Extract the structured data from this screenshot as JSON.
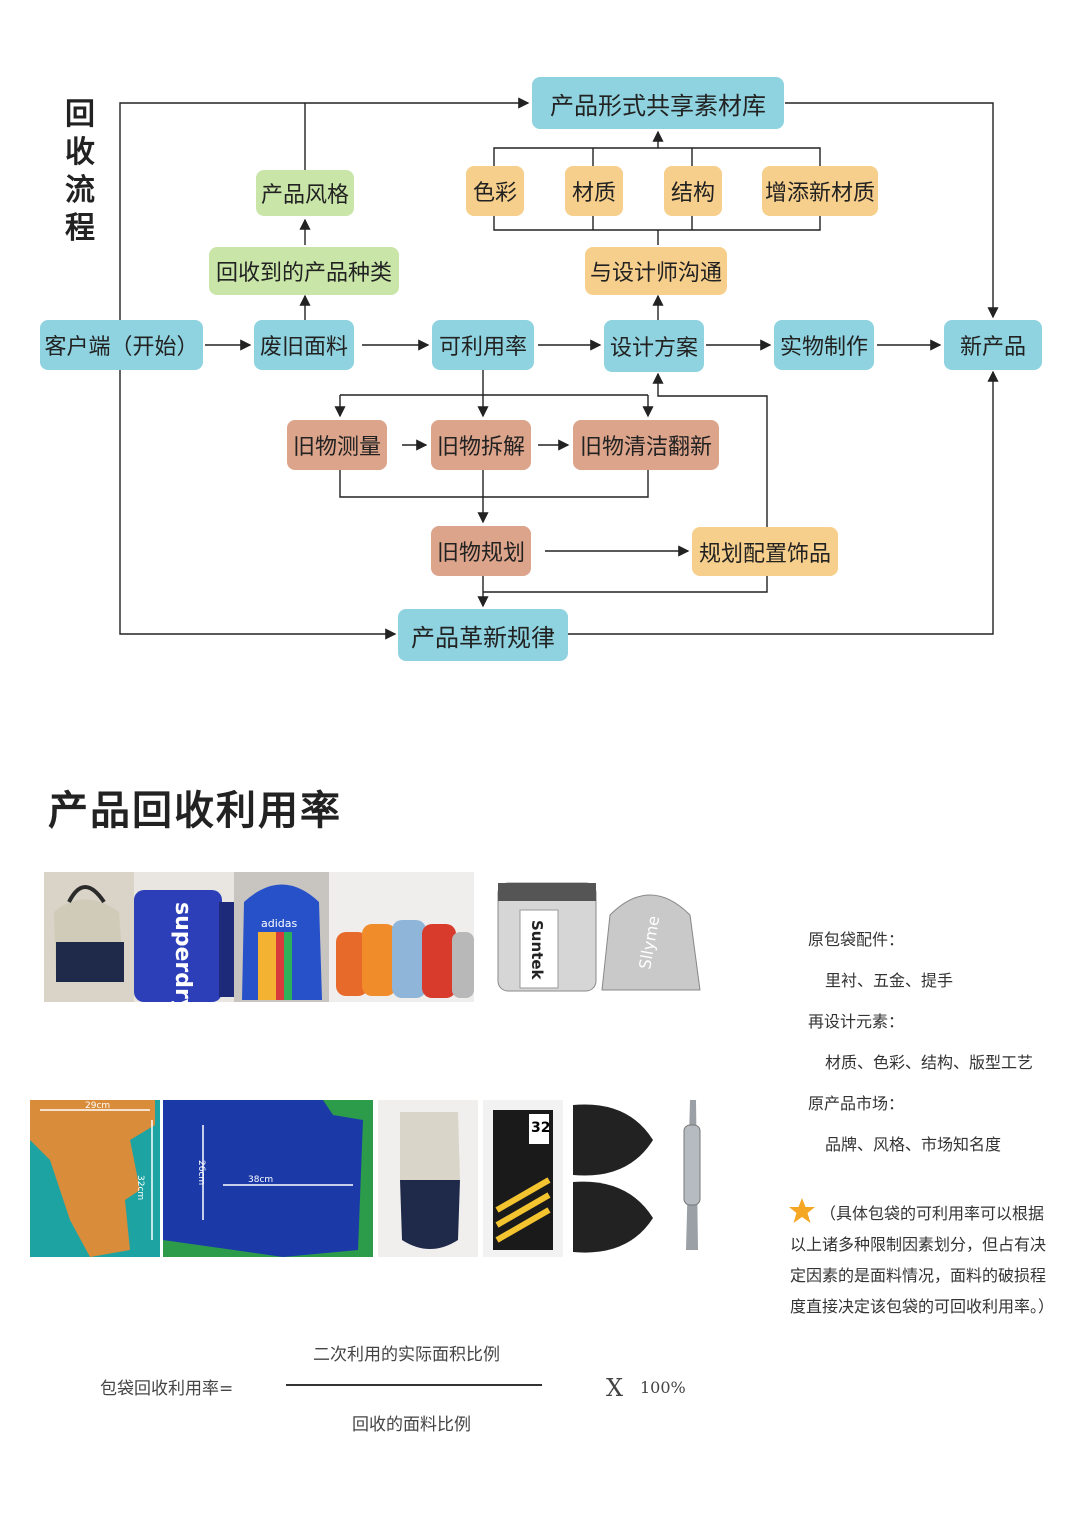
{
  "diagram": {
    "vertical_title": [
      "回",
      "收",
      "流",
      "程"
    ],
    "nodes": {
      "library": "产品形式共享素材库",
      "style": "产品风格",
      "color": "色彩",
      "material": "材质",
      "structure": "结构",
      "add_material": "增添新材质",
      "product_types": "回收到的产品种类",
      "communicate": "与设计师沟通",
      "client": "客户端（开始）",
      "waste_fabric": "废旧面料",
      "utilization": "可利用率",
      "design_plan": "设计方案",
      "making": "实物制作",
      "new_product": "新产品",
      "measure": "旧物测量",
      "disassemble": "旧物拆解",
      "clean": "旧物清洁翻新",
      "plan": "旧物规划",
      "accessories": "规划配置饰品",
      "renew_rule": "产品革新规律"
    }
  },
  "section": {
    "title": "产品回收利用率"
  },
  "photos": {
    "brand_superdry": "superdry.",
    "brand_adidas": "adidas",
    "brand_suntek": "Suntek",
    "brand_sllyme": "Sllyme",
    "dim_29": "29cm",
    "dim_32": "32cm",
    "dim_26": "26cm",
    "dim_38": "38cm",
    "patch_32": "32"
  },
  "info": {
    "label1": "原包袋配件：",
    "value1": "里衬、五金、提手",
    "label2": "再设计元素：",
    "value2": "材质、色彩、结构、版型工艺",
    "label3": "原产品市场：",
    "value3": "品牌、风格、市场知名度",
    "note": "（具体包袋的可利用率可以根据以上诸多种限制因素划分，但占有决定因素的是面料情况，面料的破损程度直接决定该包袋的可回收利用率。）"
  },
  "formula": {
    "label": "包袋回收利用率=",
    "numerator": "二次利用的实际面积比例",
    "denominator": "回收的面料比例",
    "times": "X",
    "percent": "100%"
  },
  "colors": {
    "blue": "#8fd3e0",
    "green": "#c9e6a8",
    "orange": "#f7cf8c",
    "red": "#dca48a",
    "star": "#f5a623"
  }
}
